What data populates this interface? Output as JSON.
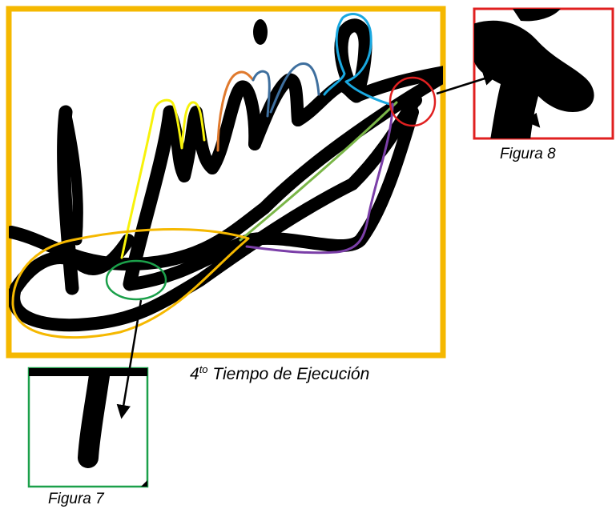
{
  "caption_main": {
    "ordinal_number": "4",
    "ordinal_suffix": "to",
    "text": " Tiempo de Ejecución"
  },
  "figure_8_label": "Figura 8",
  "figure_7_label": "Figura 7",
  "colors": {
    "main_frame": "#F5B800",
    "figure_8_frame": "#E02020",
    "figure_7_frame": "#1BA04A",
    "stroke_yellow": "#F7F20A",
    "stroke_orange": "#E07A2E",
    "stroke_steel_blue": "#3E6F9E",
    "stroke_cyan": "#1AA8E0",
    "stroke_green": "#7AB648",
    "stroke_purple": "#7B3FA8",
    "stroke_amber": "#F5B800",
    "marker_red": "#E02020",
    "marker_green": "#1BA04A",
    "ink": "#000000"
  }
}
